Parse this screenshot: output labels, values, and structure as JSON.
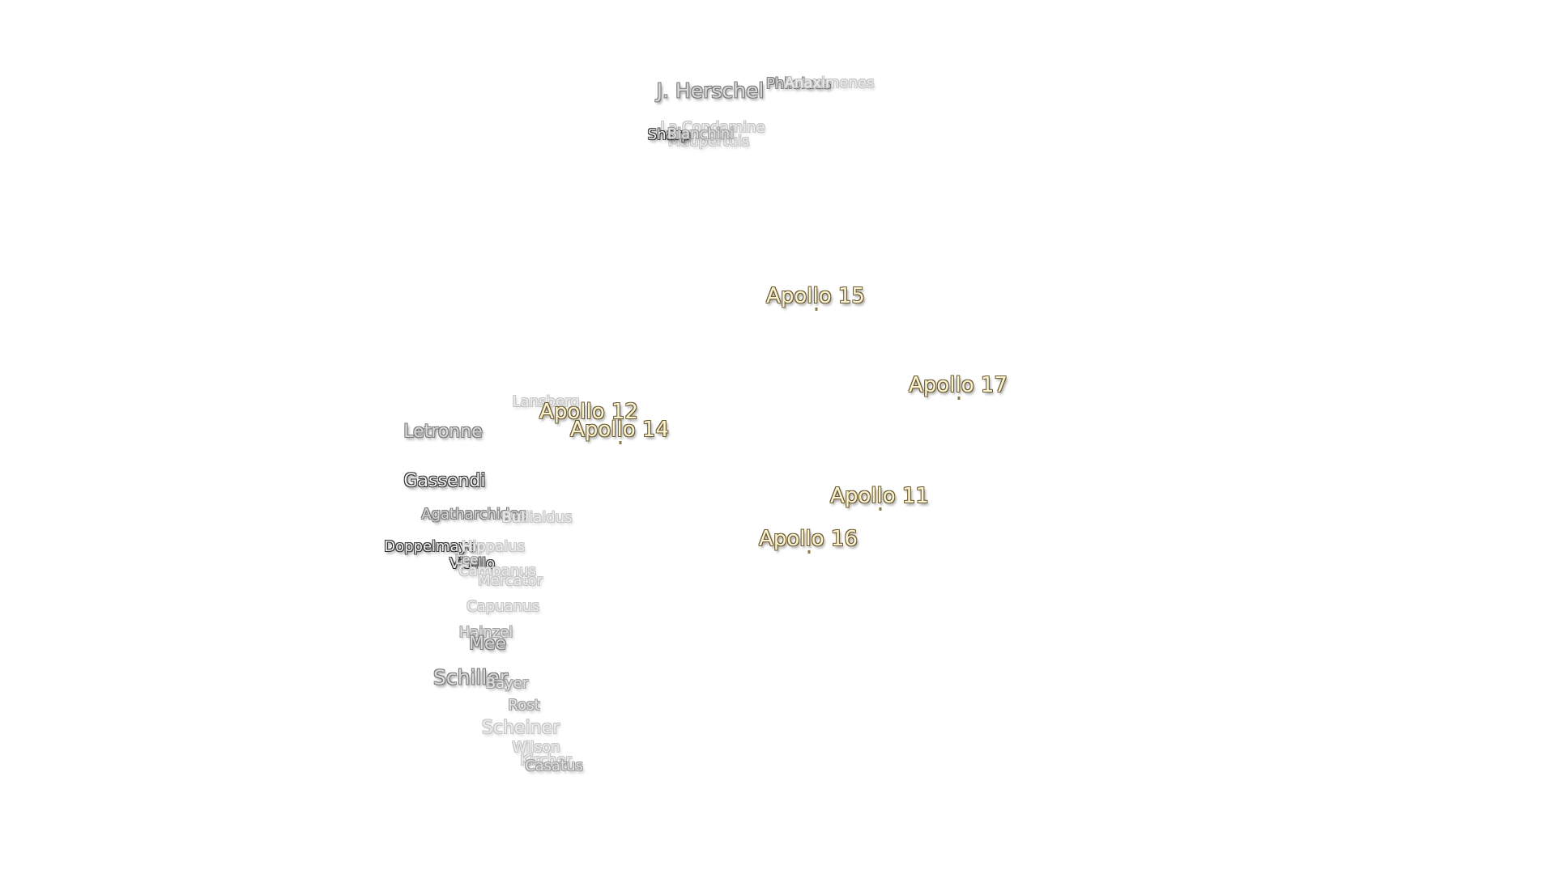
{
  "craters": [
    {
      "name": "J. Herschel"
    },
    {
      "name": "Philolaus"
    },
    {
      "name": "Anaximenes"
    },
    {
      "name": "La Condamine"
    },
    {
      "name": "Maupertuis"
    },
    {
      "name": "Sharp"
    },
    {
      "name": "Bianchini"
    },
    {
      "name": "Lansberg"
    },
    {
      "name": "Letronne"
    },
    {
      "name": "Gassendi"
    },
    {
      "name": "Agatharchides"
    },
    {
      "name": "Bullialdus"
    },
    {
      "name": "Doppelmayer"
    },
    {
      "name": "Hippalus"
    },
    {
      "name": "Vitello"
    },
    {
      "name": "Lee"
    },
    {
      "name": "Campanus"
    },
    {
      "name": "Mercator"
    },
    {
      "name": "Capuanus"
    },
    {
      "name": "Hainzel"
    },
    {
      "name": "Mee"
    },
    {
      "name": "Schiller"
    },
    {
      "name": "Bayer"
    },
    {
      "name": "Rost"
    },
    {
      "name": "Scheiner"
    },
    {
      "name": "Wilson"
    },
    {
      "name": "Kircher"
    },
    {
      "name": "Casatus"
    }
  ],
  "landing_sites": [
    {
      "name": "Apollo 15"
    },
    {
      "name": "Apollo 17"
    },
    {
      "name": "Apollo 12"
    },
    {
      "name": "Apollo 14"
    },
    {
      "name": "Apollo 11"
    },
    {
      "name": "Apollo 16"
    }
  ]
}
